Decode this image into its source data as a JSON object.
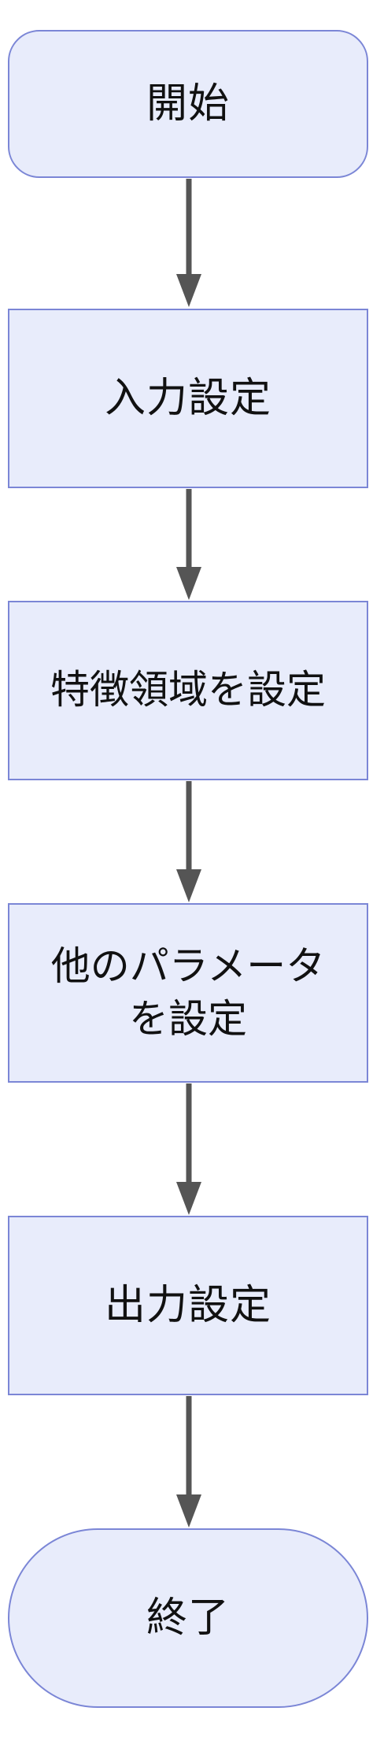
{
  "colors": {
    "node_fill": "#e8ecfb",
    "node_stroke": "#7b86d6",
    "arrow": "#555555",
    "text": "#111111"
  },
  "flowchart": {
    "start": {
      "label": "開始"
    },
    "steps": [
      {
        "label": "入力設定"
      },
      {
        "label": "特徴領域を設定"
      },
      {
        "label": "他のパラメータ\nを設定"
      },
      {
        "label": "出力設定"
      }
    ],
    "end": {
      "label": "終了"
    }
  }
}
